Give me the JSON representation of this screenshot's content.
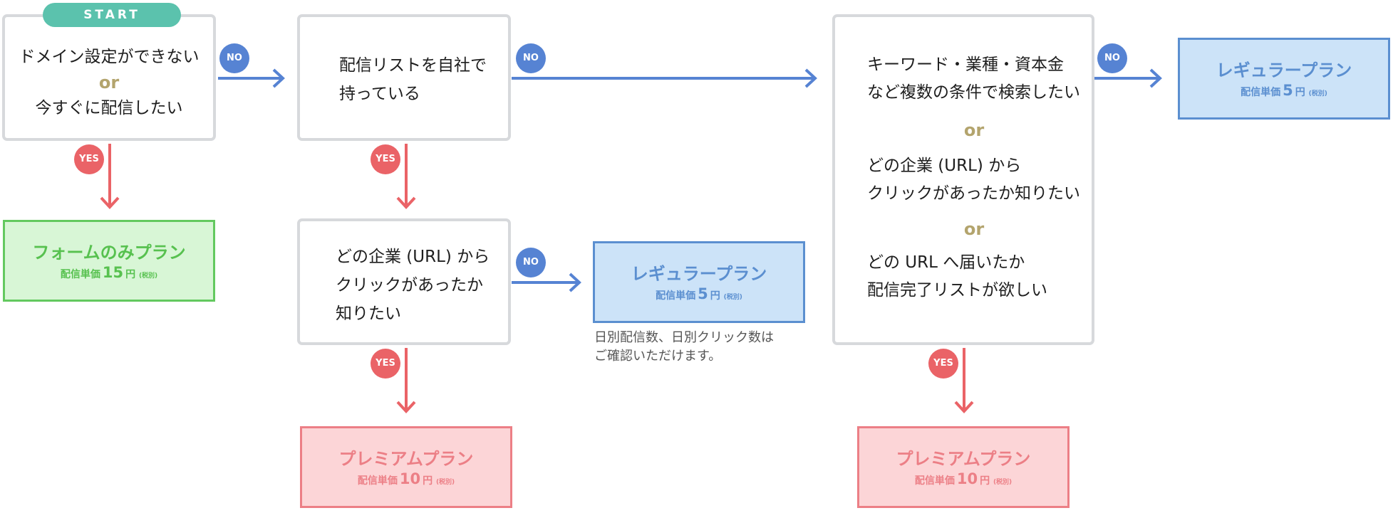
{
  "start_label": "START",
  "or_label": "or",
  "no_label": "NO",
  "yes_label": "YES",
  "questions": {
    "q1": {
      "line1": "ドメイン設定ができない",
      "line2": "今すぐに配信したい"
    },
    "q2": {
      "line1": "配信リストを自社で",
      "line2": "持っている"
    },
    "q3": {
      "line1": "どの企業 (URL) から",
      "line2": "クリックがあったか",
      "line3": "知りたい"
    },
    "q4": {
      "a_line1": "キーワード・業種・資本金",
      "a_line2": "など複数の条件で検索したい",
      "b_line1": "どの企業 (URL) から",
      "b_line2": "クリックがあったか知りたい",
      "c_line1": "どの URL へ届いたか",
      "c_line2": "配信完了リストが欲しい"
    }
  },
  "plans": {
    "form_only": {
      "name": "フォームのみプラン",
      "price_label": "配信単価",
      "price": "15",
      "unit": "円",
      "tax": "(税別)"
    },
    "regular_mid": {
      "name": "レギュラープラン",
      "price_label": "配信単価",
      "price": "5",
      "unit": "円",
      "tax": "(税別)"
    },
    "regular_right": {
      "name": "レギュラープラン",
      "price_label": "配信単価",
      "price": "5",
      "unit": "円",
      "tax": "(税別)"
    },
    "premium_left": {
      "name": "プレミアムプラン",
      "price_label": "配信単価",
      "price": "10",
      "unit": "円",
      "tax": "(税別)"
    },
    "premium_right": {
      "name": "プレミアムプラン",
      "price_label": "配信単価",
      "price": "10",
      "unit": "円",
      "tax": "(税別)"
    }
  },
  "note": {
    "line1": "日別配信数、日別クリック数は",
    "line2": "ご確認いただけます。"
  },
  "colors": {
    "no_arrow": "#5683d3",
    "yes_arrow": "#ea6367",
    "start": "#5bc2ad",
    "or_text": "#b3a46d"
  }
}
